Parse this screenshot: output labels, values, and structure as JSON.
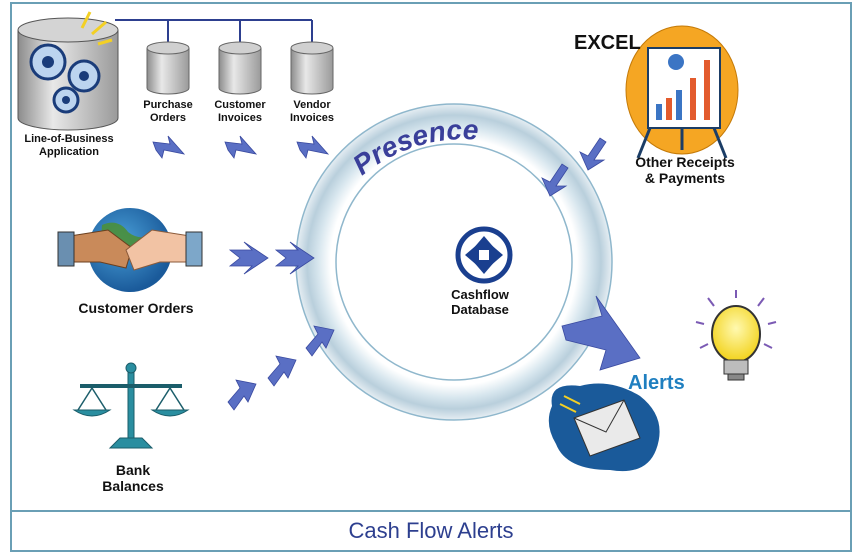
{
  "nodes": {
    "lob_app": "Line-of-Business\nApplication",
    "purchase_orders": "Purchase\nOrders",
    "customer_invoices": "Customer\nInvoices",
    "vendor_invoices": "Vendor\nInvoices",
    "customer_orders": "Customer Orders",
    "bank_balances": "Bank\nBalances",
    "excel": "EXCEL",
    "other_receipts": "Other Receipts\n& Payments",
    "cashflow_db": "Cashflow\nDatabase",
    "alerts": "Alerts"
  },
  "ring_label": "Presence",
  "footer_title": "Cash Flow Alerts",
  "colors": {
    "arrow": "#5a6fc4",
    "ring_label": "#3a3f9a",
    "alerts": "#1f7fc0",
    "footer": "#2d3f8f",
    "border": "#6a9fb5"
  },
  "icons": {
    "lob_app": "gears-cylinder-icon",
    "database": "database-cylinder-icon",
    "handshake": "handshake-globe-icon",
    "scales": "balance-scale-icon",
    "excel_chart": "easel-chart-icon",
    "cashflow": "four-way-arrows-icon",
    "envelope": "email-envelope-icon",
    "bulb": "lightbulb-icon"
  }
}
